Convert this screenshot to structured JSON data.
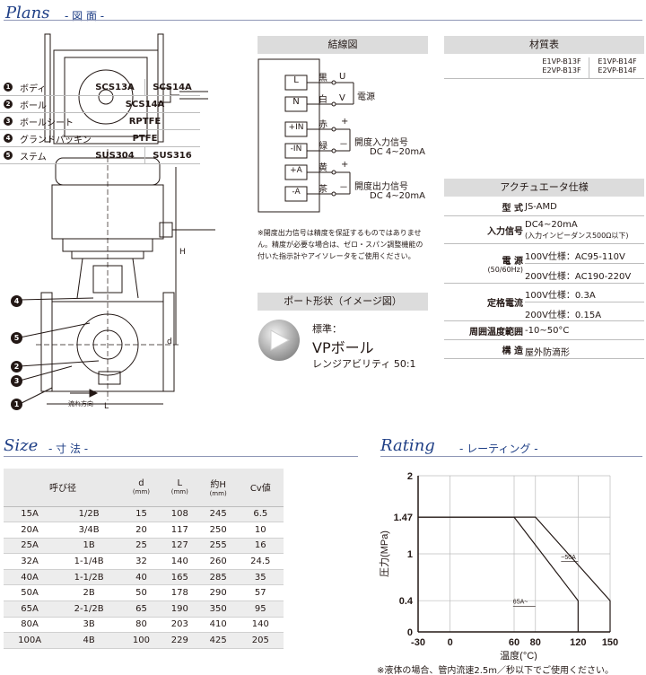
{
  "sections": {
    "plans": {
      "script": "Plans",
      "sub": "- 図 面 -"
    },
    "size": {
      "script": "Size",
      "sub": "- 寸 法 -"
    },
    "rating": {
      "script": "Rating",
      "sub": "- レーティング -"
    }
  },
  "drawing": {
    "callouts": [
      "4",
      "5",
      "2",
      "3",
      "1"
    ],
    "flow_label": "流れ方向",
    "dim_H": "H",
    "dim_d": "d",
    "dim_L": "L"
  },
  "wiring": {
    "title": "結線図",
    "terminals": [
      "L",
      "N",
      "+IN",
      "-IN",
      "+A",
      "-A"
    ],
    "wires": [
      {
        "color": "黒",
        "label": "U"
      },
      {
        "color": "白",
        "label": "V"
      },
      {
        "color": "赤",
        "label": "+"
      },
      {
        "color": "緑",
        "label": "－"
      },
      {
        "color": "黄",
        "label": "+"
      },
      {
        "color": "茶",
        "label": "－"
      }
    ],
    "power_label": "電源",
    "input_label": "開度入力信号",
    "input_range": "DC 4~20mA",
    "output_label": "開度出力信号",
    "output_range": "DC 4~20mA",
    "note": "※開度出力信号は精度を保証するものではありません。精度が必要な場合は、ゼロ・スパン調整機能の付いた指示計やアイソレータをご使用ください。"
  },
  "port": {
    "title": "ポート形状（イメージ図）",
    "standard": "標準：",
    "name": "VPボール",
    "range": "レンジアビリティ 50:1"
  },
  "materials": {
    "title": "材質表",
    "col1": [
      "E1VP-B13F",
      "E2VP-B13F"
    ],
    "col2": [
      "E1VP-B14F",
      "E2VP-B14F"
    ],
    "rows": [
      {
        "no": "1",
        "name": "ボディ",
        "v1": "SCS13A",
        "v2": "SCS14A"
      },
      {
        "no": "2",
        "name": "ボール",
        "v": "SCS14A"
      },
      {
        "no": "3",
        "name": "ボールシート",
        "v": "RPTFE"
      },
      {
        "no": "4",
        "name": "グランドパッキン",
        "v": "PTFE"
      },
      {
        "no": "5",
        "name": "ステム",
        "v1": "SUS304",
        "v2": "SUS316"
      }
    ]
  },
  "actuator": {
    "title": "アクチュエータ仕様",
    "model_label": "型 式",
    "model": "JS-AMD",
    "input_label": "入力信号",
    "input": "DC4~20mA",
    "input_sub": "(入力インピーダンス500Ω以下)",
    "power_label": "電 源",
    "power_sub": "(50/60Hz)",
    "power_1": "100V仕様：AC95-110V",
    "power_2": "200V仕様：AC190-220V",
    "current_label": "定格電流",
    "current_1": "100V仕様：0.3A",
    "current_2": "200V仕様：0.15A",
    "temp_label": "周囲温度範囲",
    "temp": "-10~50°C",
    "struct_label": "構 造",
    "struct": "屋外防滴形"
  },
  "size_table": {
    "headers": {
      "nominal": "呼び径",
      "d": "d",
      "L": "L",
      "H": "約H",
      "cv": "Cv値",
      "unit": "(mm)"
    },
    "rows": [
      [
        "15A",
        "1/2B",
        "15",
        "108",
        "245",
        "6.5"
      ],
      [
        "20A",
        "3/4B",
        "20",
        "117",
        "250",
        "10"
      ],
      [
        "25A",
        "1B",
        "25",
        "127",
        "255",
        "16"
      ],
      [
        "32A",
        "1-1/4B",
        "32",
        "140",
        "260",
        "24.5"
      ],
      [
        "40A",
        "1-1/2B",
        "40",
        "165",
        "285",
        "35"
      ],
      [
        "50A",
        "2B",
        "50",
        "178",
        "290",
        "57"
      ],
      [
        "65A",
        "2-1/2B",
        "65",
        "190",
        "350",
        "95"
      ],
      [
        "80A",
        "3B",
        "80",
        "203",
        "410",
        "140"
      ],
      [
        "100A",
        "4B",
        "100",
        "229",
        "425",
        "205"
      ]
    ]
  },
  "chart_data": {
    "type": "line",
    "xlabel": "温度(°C)",
    "ylabel": "圧力(MPa)",
    "xlim": [
      -30,
      150
    ],
    "ylim": [
      0,
      2
    ],
    "xticks": [
      "-30",
      "0",
      "60",
      "80",
      "120",
      "150"
    ],
    "yticks": [
      "0",
      "0.4",
      "1",
      "1.47",
      "2"
    ],
    "series": [
      {
        "name": "~50A",
        "x": [
          -30,
          80,
          150,
          150
        ],
        "y": [
          1.47,
          1.47,
          0.4,
          0
        ]
      },
      {
        "name": "65A~",
        "x": [
          -30,
          60,
          120,
          120
        ],
        "y": [
          1.47,
          1.47,
          0.4,
          0
        ]
      }
    ],
    "note": "※液体の場合、管内流速2.5m／秒以下でご使用ください。"
  }
}
